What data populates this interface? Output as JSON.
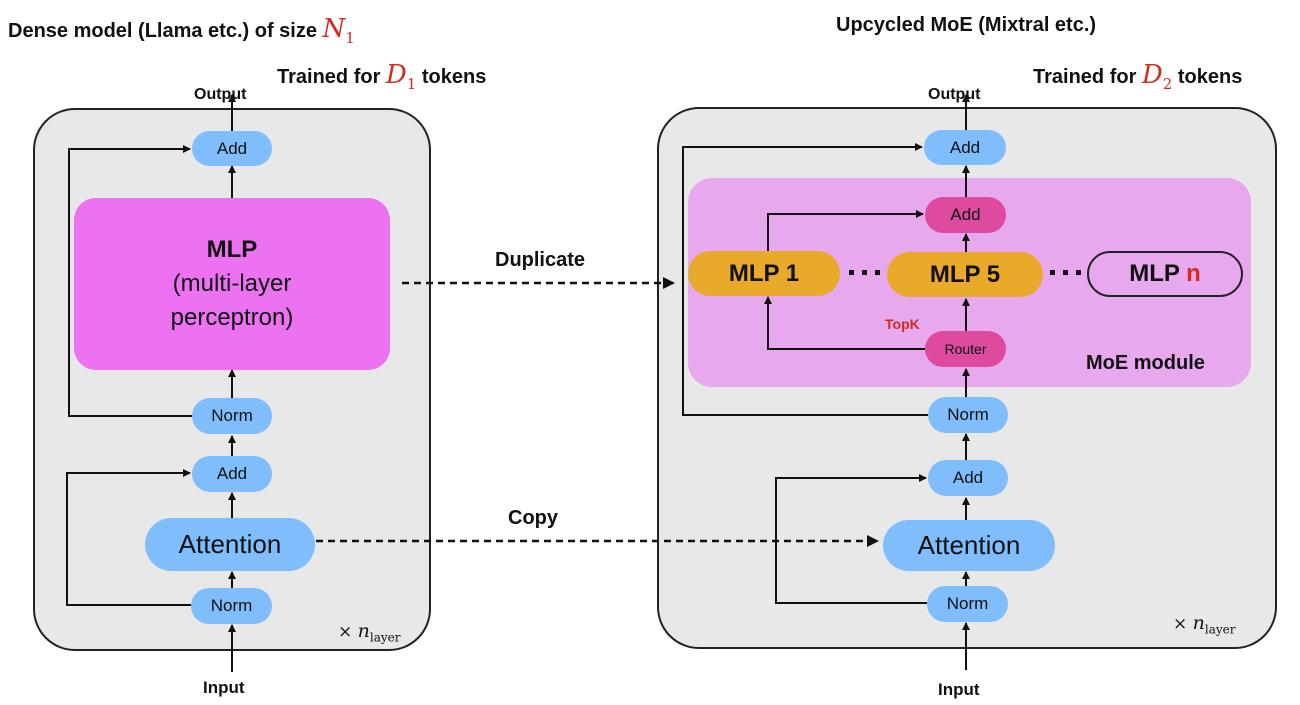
{
  "left": {
    "title_prefix": "Dense model (Llama etc.) of size ",
    "title_var": "N",
    "title_sub": "1",
    "output_label": "Output",
    "trained_prefix": "Trained for ",
    "trained_var": "D",
    "trained_sub": "1",
    "trained_suffix": " tokens",
    "add_top": "Add",
    "mlp_line1": "MLP",
    "mlp_line2": "(multi-layer",
    "mlp_line3": "perceptron)",
    "norm_mid": "Norm",
    "add_mid": "Add",
    "attention": "Attention",
    "norm_bottom": "Norm",
    "input_label": "Input",
    "repeat_times": "×",
    "repeat_var": "n",
    "repeat_sub": "layer"
  },
  "right": {
    "title": "Upcycled MoE (Mixtral etc.)",
    "output_label": "Output",
    "trained_prefix": "Trained for ",
    "trained_var": "D",
    "trained_sub": "2",
    "trained_suffix": " tokens",
    "add_top": "Add",
    "moe": {
      "add": "Add",
      "experts": [
        {
          "label": "MLP 1",
          "state": "selected"
        },
        {
          "label": "MLP 5",
          "state": "selected"
        },
        {
          "label_prefix": "MLP ",
          "label_var": "n",
          "state": "unselected"
        }
      ],
      "ellipsis": "···",
      "topk_label": "TopK",
      "router": "Router",
      "module_label": "MoE module"
    },
    "norm_mid": "Norm",
    "add_mid": "Add",
    "attention": "Attention",
    "norm_bottom": "Norm",
    "input_label": "Input",
    "repeat_times": "×",
    "repeat_var": "n",
    "repeat_sub": "layer"
  },
  "connectors": {
    "duplicate_label": "Duplicate",
    "copy_label": "Copy"
  },
  "colors": {
    "panel_bg": "#e8e8e8",
    "norm_add_attention": "#80bdfc",
    "dense_mlp": "#ec72f2",
    "moe_module_bg": "#e8a8ee",
    "moe_add_router": "#dd4a9e",
    "expert_selected": "#e9aa2c",
    "math_red": "#d42b1e"
  }
}
